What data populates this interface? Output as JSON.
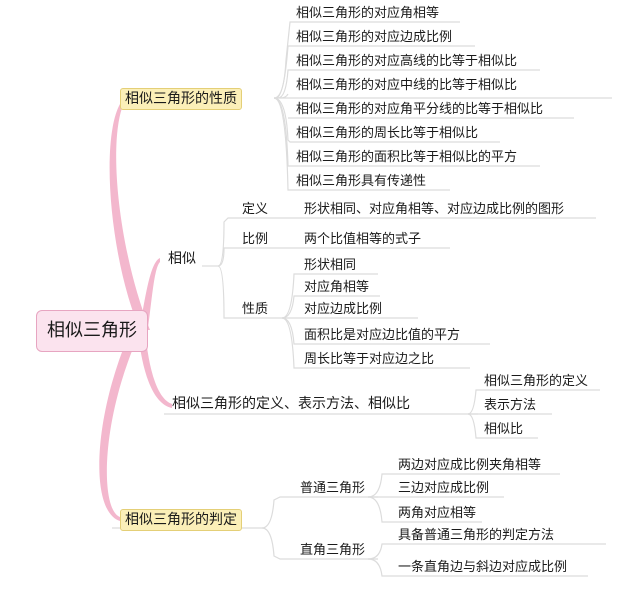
{
  "root": "相似三角形",
  "properties": {
    "label": "相似三角形的性质",
    "items": [
      "相似三角形的对应角相等",
      "相似三角形的对应边成比例",
      "相似三角形的对应高线的比等于相似比",
      "相似三角形的对应中线的比等于相似比",
      "相似三角形的对应角平分线的比等于相似比",
      "相似三角形的周长比等于相似比",
      "相似三角形的面积比等于相似比的平方",
      "相似三角形具有传递性"
    ]
  },
  "similar": {
    "label": "相似",
    "definition": {
      "label": "定义",
      "text": "形状相同、对应角相等、对应边成比例的图形"
    },
    "ratio": {
      "label": "比例",
      "text": "两个比值相等的式子"
    },
    "nature": {
      "label": "性质",
      "items": [
        "形状相同",
        "对应角相等",
        "对应边成比例",
        "面积比是对应边比值的平方",
        "周长比等于对应边之比"
      ]
    }
  },
  "definition": {
    "label": "相似三角形的定义、表示方法、相似比",
    "items": [
      "相似三角形的定义",
      "表示方法",
      "相似比"
    ]
  },
  "judgement": {
    "label": "相似三角形的判定",
    "ordinary": {
      "label": "普通三角形",
      "items": [
        "两边对应成比例夹角相等",
        "三边对应成比例",
        "两角对应相等"
      ]
    },
    "right": {
      "label": "直角三角形",
      "items": [
        "具备普通三角形的判定方法",
        "一条直角边与斜边对应成比例"
      ]
    }
  },
  "colors": {
    "branch": "#f4b8cf",
    "line": "#d9d9d9",
    "highlight": "#fbefb8"
  }
}
